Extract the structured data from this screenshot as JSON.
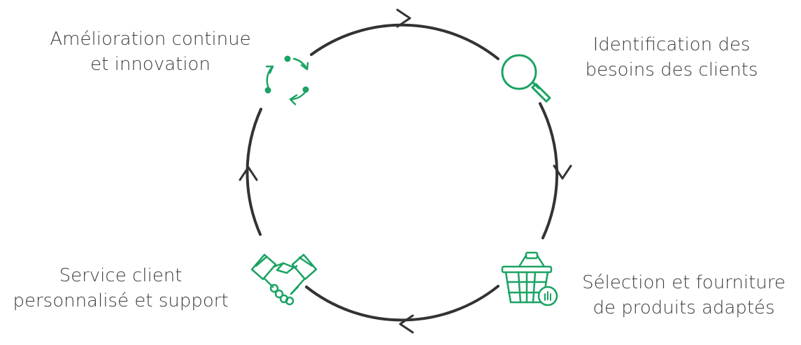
{
  "diagram": {
    "steps": [
      {
        "id": "amelioration",
        "lines": [
          "Amélioration continue",
          "et innovation"
        ],
        "icon": "cycle-arrows-icon"
      },
      {
        "id": "identification",
        "lines": [
          "Identification des",
          "besoins des clients"
        ],
        "icon": "magnifier-icon"
      },
      {
        "id": "selection",
        "lines": [
          "Sélection et fourniture",
          "de produits adaptés"
        ],
        "icon": "shopping-basket-icon"
      },
      {
        "id": "service",
        "lines": [
          "Service client",
          "personnalisé et support"
        ],
        "icon": "handshake-icon"
      }
    ],
    "flow_direction": "clockwise",
    "colors": {
      "circle": "#333333",
      "icon": "#1aa363",
      "text": "#3d3d3d"
    }
  }
}
